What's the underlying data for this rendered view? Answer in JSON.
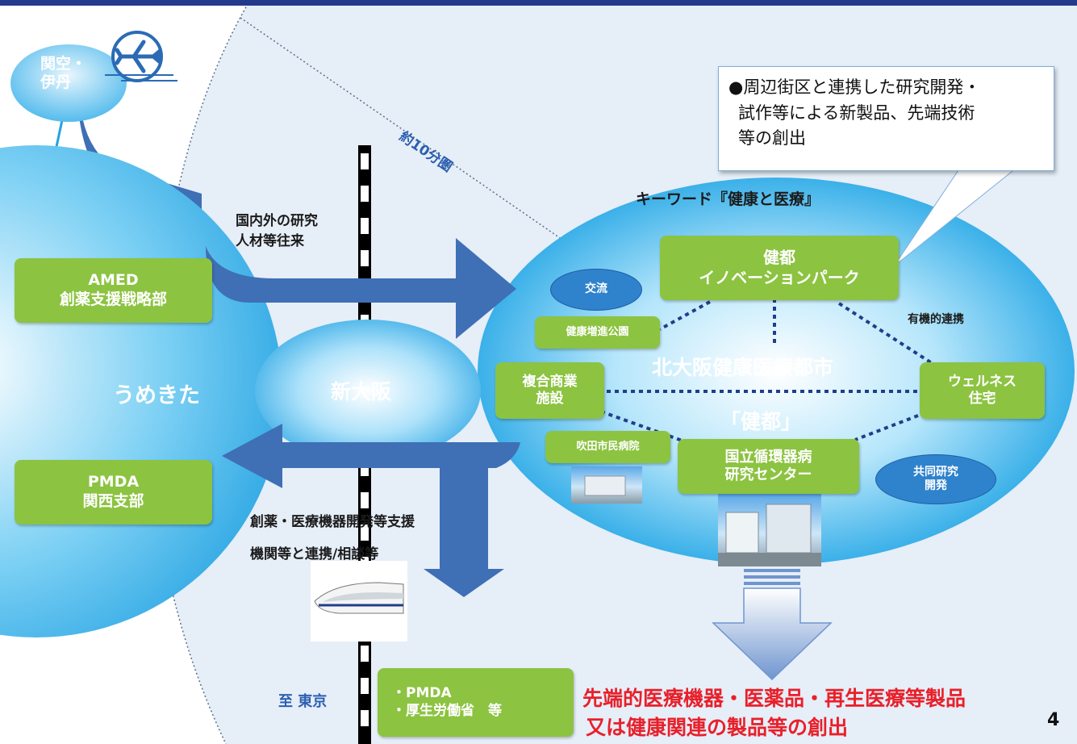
{
  "airport": {
    "label_line1": "関空・",
    "label_line2": "伊丹"
  },
  "radius_label": "約10分圏",
  "keyword": "キーワード『健康と医療』",
  "flows": {
    "research_line1": "国内外の研究",
    "research_line2": "人材等往来",
    "support_line1": "創薬・医療機器開発等支援",
    "support_line2": "機関等と連携/相談等"
  },
  "umekita": {
    "title": "うめきた",
    "amed_line1": "AMED",
    "amed_line2": "創薬支援戦略部",
    "pmda_line1": "PMDA",
    "pmda_line2": "関西支部"
  },
  "shin_osaka": "新大阪",
  "to_tokyo": "至 東京",
  "tokyo_box": {
    "line1": "・PMDA",
    "line2": "・厚生労働省　等"
  },
  "city": {
    "innovation_line1": "健都",
    "innovation_line2": "イノベーションパーク",
    "exchange": "交流",
    "organic": "有機的連携",
    "park": "健康増進公園",
    "commercial_line1": "複合商業",
    "commercial_line2": "施設",
    "city_name": "北大阪健康医療都市",
    "kento": "「健都」",
    "wellness_line1": "ウェルネス",
    "wellness_line2": "住宅",
    "suita_hospital": "吹田市民病院",
    "ncvc_line1": "国立循環器病",
    "ncvc_line2": "研究センター",
    "joint_line1": "共同研究",
    "joint_line2": "開発"
  },
  "callout": {
    "line1": "●周辺街区と連携した研究開発・",
    "line2": "試作等による新製品、先端技術",
    "line3": "等の創出"
  },
  "result": {
    "line1": "先端的医療機器・医薬品・再生医療等製品",
    "line2": "又は健康関連の製品等の創出"
  },
  "page_number": "4",
  "colors": {
    "header": "#243a8c",
    "green": "#8cc341",
    "arrow_blue": "#3f6fb5",
    "result_red": "#e8202a",
    "ellipse_blue": "#3aaee8"
  }
}
